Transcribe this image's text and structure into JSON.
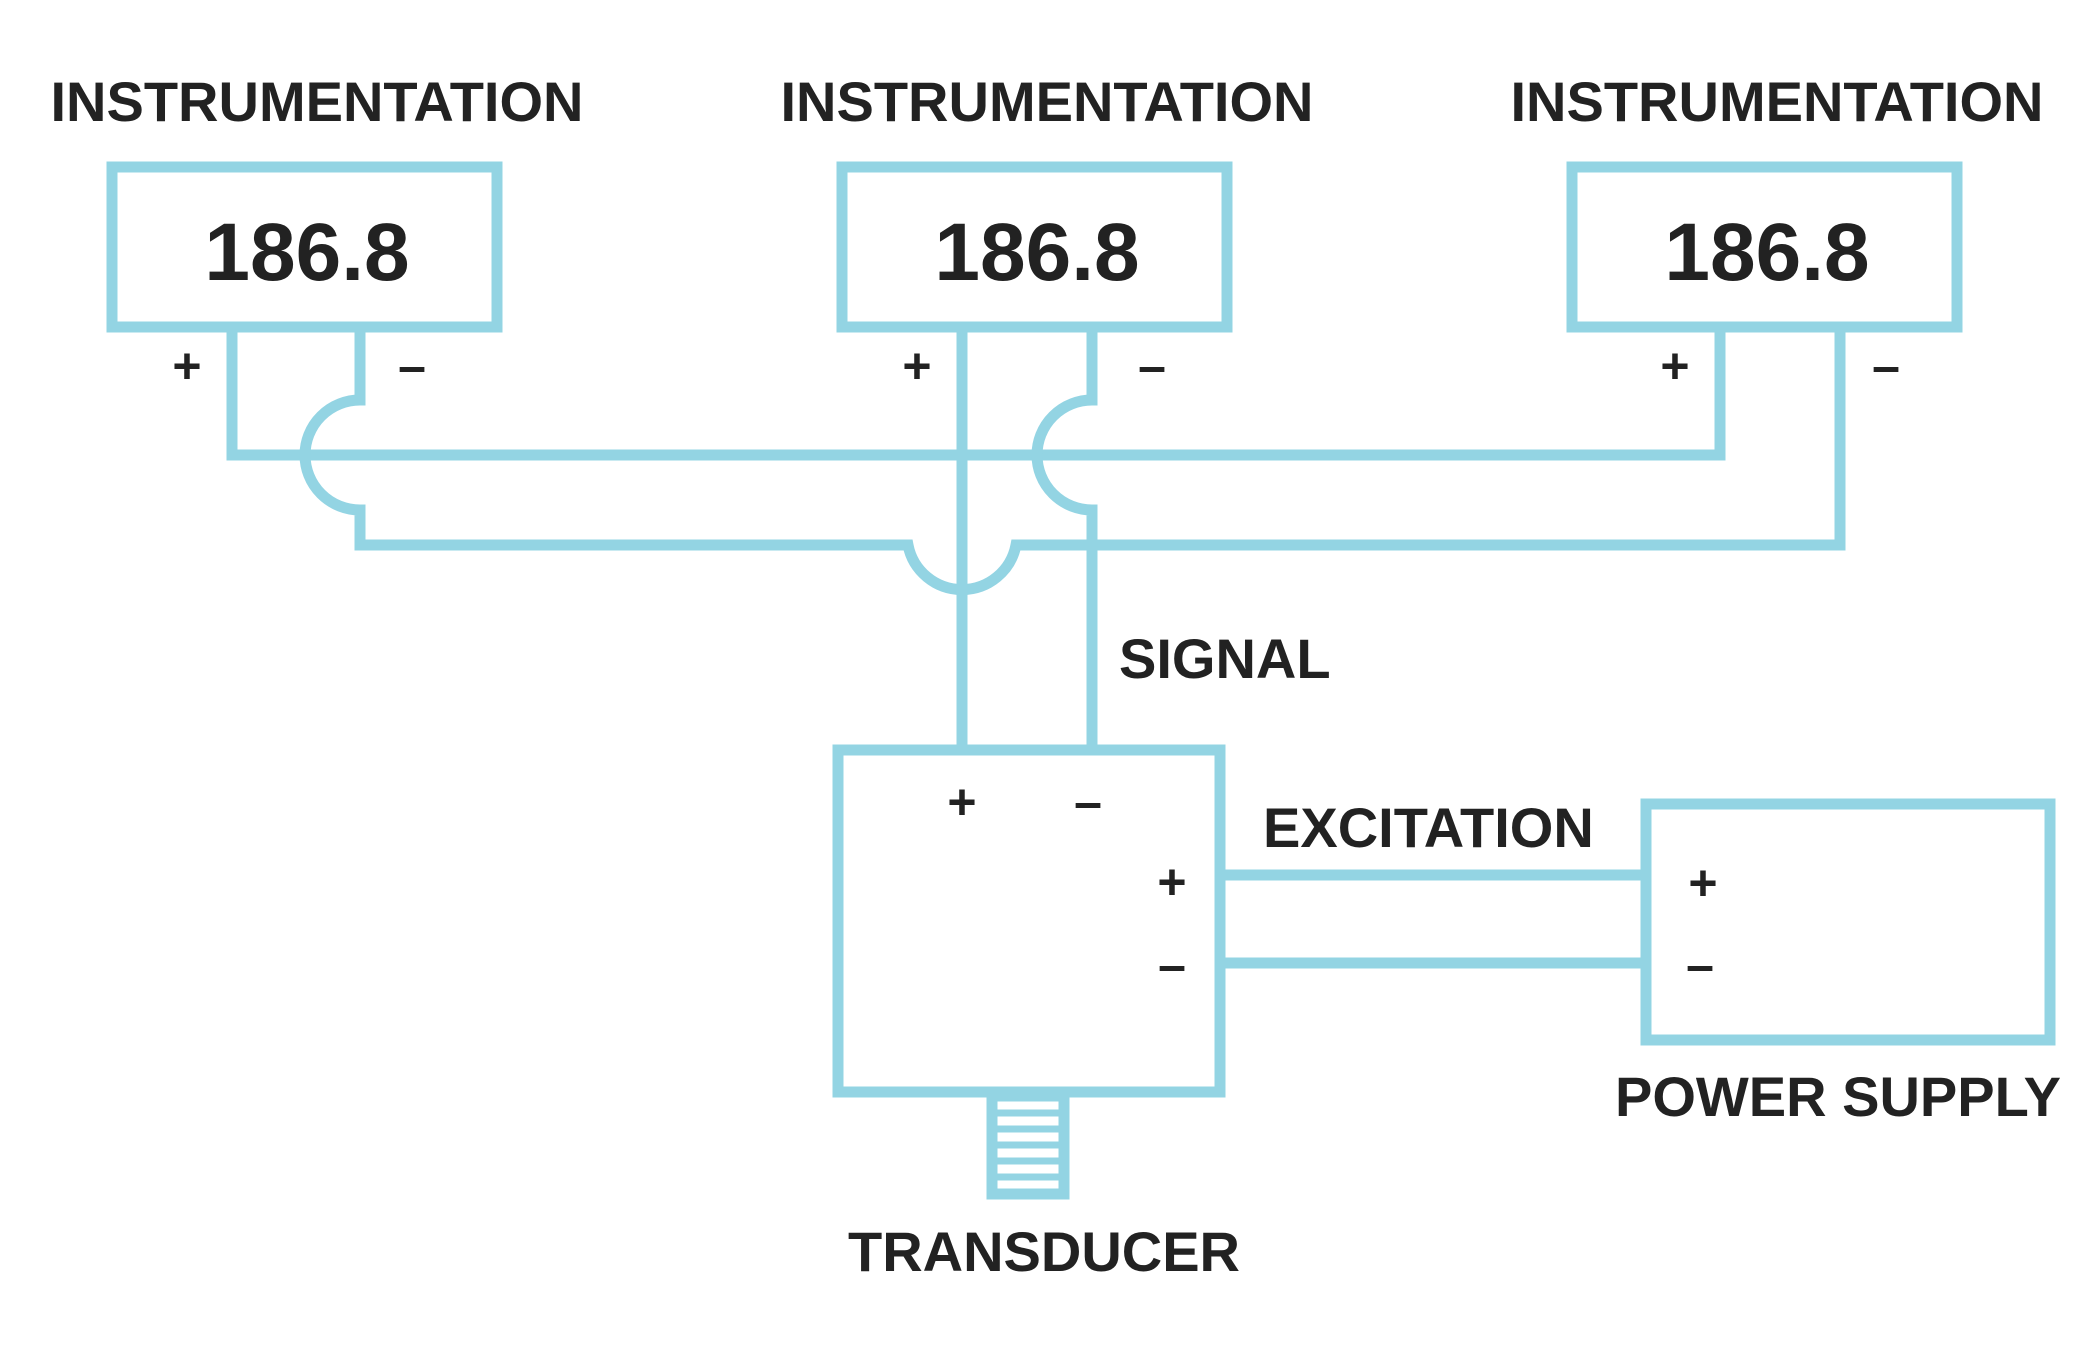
{
  "colors": {
    "wire": "#93d4e3",
    "text": "#222222",
    "background": "#ffffff"
  },
  "instruments": [
    {
      "label": "INSTRUMENTATION",
      "reading": "186.8",
      "plus": "+",
      "minus": "–"
    },
    {
      "label": "INSTRUMENTATION",
      "reading": "186.8",
      "plus": "+",
      "minus": "–"
    },
    {
      "label": "INSTRUMENTATION",
      "reading": "186.8",
      "plus": "+",
      "minus": "–"
    }
  ],
  "signal_label": "SIGNAL",
  "excitation_label": "EXCITATION",
  "transducer": {
    "label": "TRANSDUCER",
    "signal_plus": "+",
    "signal_minus": "–",
    "excitation_plus": "+",
    "excitation_minus": "–"
  },
  "power_supply": {
    "label": "POWER SUPPLY",
    "plus": "+",
    "minus": "–"
  }
}
